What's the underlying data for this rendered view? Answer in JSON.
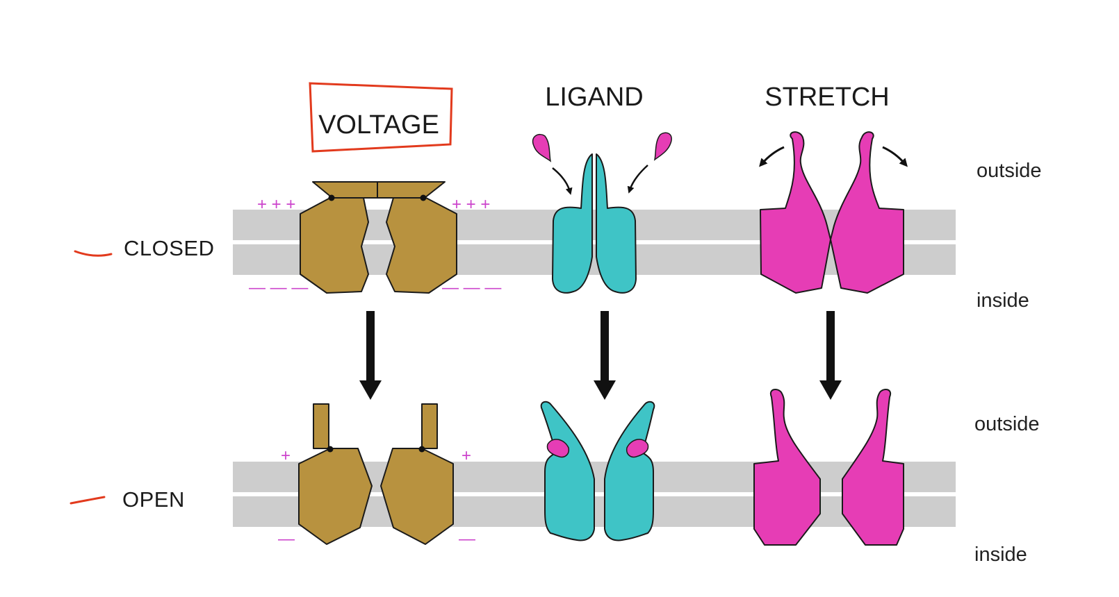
{
  "gate_types": {
    "voltage": "VOLTAGE",
    "ligand": "LIGAND",
    "stretch": "STRETCH"
  },
  "states": {
    "closed": "CLOSED",
    "open": "OPEN"
  },
  "sides": {
    "closed_outside": "outside",
    "closed_inside": "inside",
    "open_outside": "outside",
    "open_inside": "inside"
  },
  "charges": {
    "closed_top_left": "+ + +",
    "closed_top_right": "+ + +",
    "closed_bottom_left": "— — —",
    "closed_bottom_right": "— — —",
    "open_top_left": "+",
    "open_top_right": "+",
    "open_bottom_left": "—",
    "open_bottom_right": "—"
  },
  "colors": {
    "voltage_protein": "#b8923f",
    "ligand_protein": "#3fc4c6",
    "ligand_molecule": "#e63db5",
    "stretch_protein": "#e63db5",
    "membrane": "#cccccc",
    "annotation": "#e23a1d",
    "charge": "#cc44cc"
  }
}
